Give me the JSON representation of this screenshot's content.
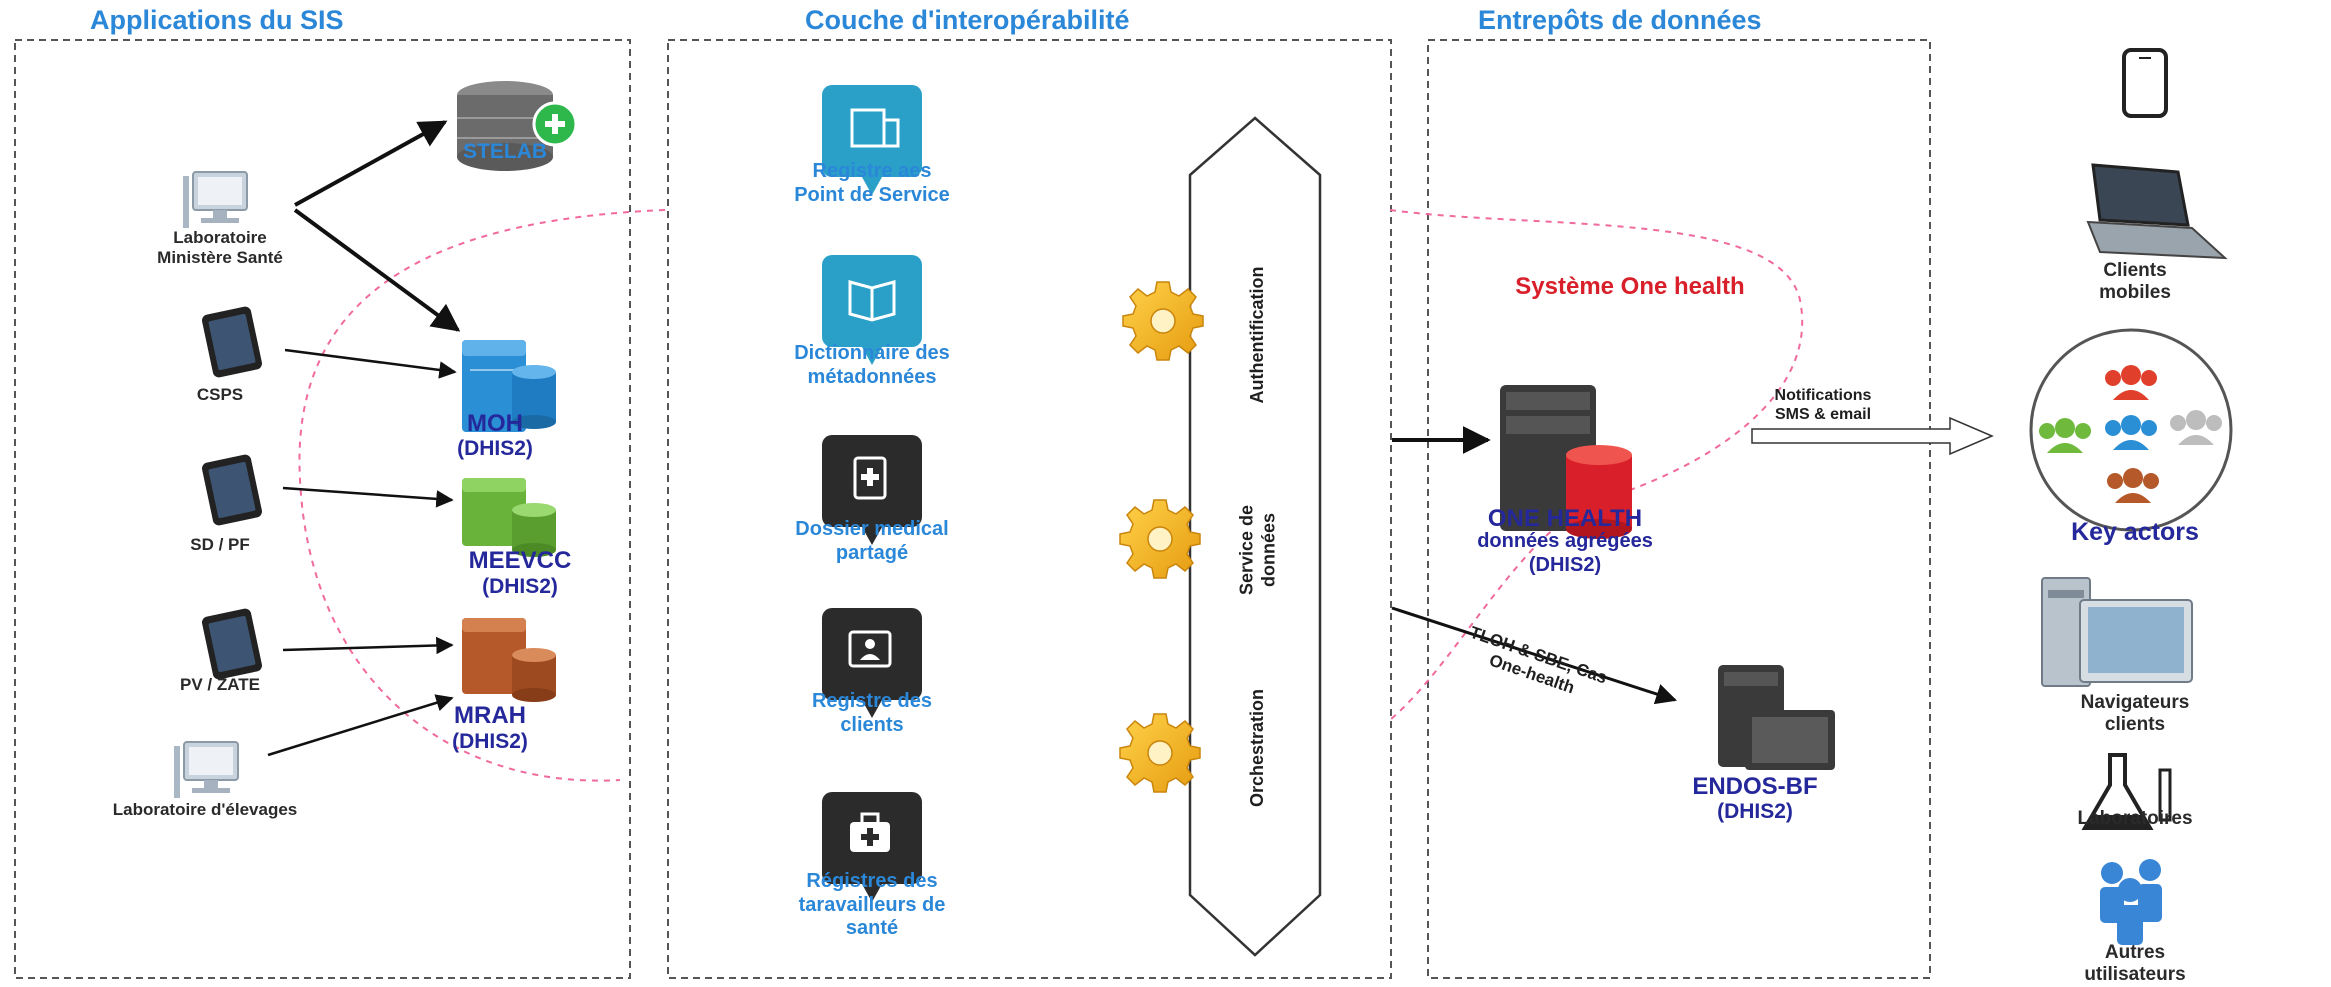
{
  "headers": {
    "apps": "Applications du SIS",
    "interop": "Couche d'interopérabilité",
    "warehouses": "Entrepôts de données"
  },
  "sources": [
    {
      "label": "Laboratoire\nMinistère Santé",
      "icon": "desktop-computer-icon"
    },
    {
      "label": "CSPS",
      "icon": "tablet-icon"
    },
    {
      "label": "SD / PF",
      "icon": "tablet-icon"
    },
    {
      "label": "PV / ZATE",
      "icon": "tablet-icon"
    },
    {
      "label": "Laboratoire d'élevages",
      "icon": "desktop-computer-icon"
    }
  ],
  "databases": [
    {
      "name": "STELAB",
      "sub": "",
      "color": "#5a5a5a"
    },
    {
      "name": "MOH",
      "sub": "(DHIS2)",
      "color": "#2b8fd6"
    },
    {
      "name": "MEEVCC",
      "sub": "(DHIS2)",
      "color": "#69b33a"
    },
    {
      "name": "MRAH",
      "sub": "(DHIS2)",
      "color": "#b5592a"
    }
  ],
  "registries": [
    {
      "label": "Registre aes\nPoint de Service",
      "color": "#2aa0c9",
      "icon": "building-icon"
    },
    {
      "label": "Dictionnaire des\nmétadonnées",
      "color": "#2aa0c9",
      "icon": "book-icon"
    },
    {
      "label": "Dossier medical\npartagé",
      "color": "#2b2b2b",
      "icon": "medical-record-icon"
    },
    {
      "label": "Registre des\nclients",
      "color": "#2b2b2b",
      "icon": "client-card-icon"
    },
    {
      "label": "Régistres des\ntaravailleurs de\nsanté",
      "color": "#2b2b2b",
      "icon": "medical-bag-icon"
    }
  ],
  "services": [
    "Authentification",
    "Service de\ndonnées",
    "Orchestration"
  ],
  "one_health": {
    "system_title": "Système One health",
    "name": "ONE HEALTH",
    "sub": "données agrégées\n(DHIS2)",
    "notify_label": "Notifications\nSMS & email",
    "link_label": "TLOH & SBE, Cas\nOne-health"
  },
  "endos": {
    "name": "ENDOS-BF",
    "sub": "(DHIS2)"
  },
  "clients": {
    "mobile": "Clients\nmobiles",
    "actors": "Key actors",
    "browsers": "Navigateurs\nclients",
    "labs": "Laboratoires",
    "others": "Autres\nutilisateurs"
  },
  "colors": {
    "accent_blue": "#2b87d8",
    "dark_blue": "#25289a",
    "red": "#d9202a",
    "pink_dash": "#f06a9e",
    "gear": "#f5b51c"
  }
}
